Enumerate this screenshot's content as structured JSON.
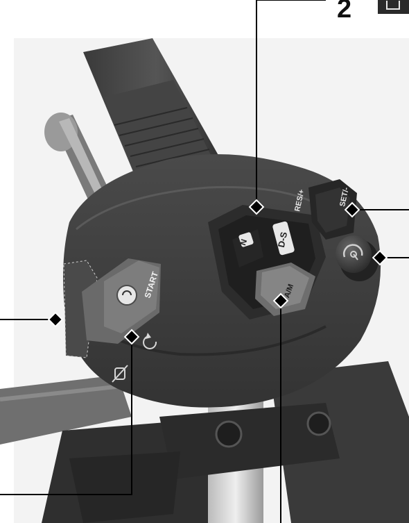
{
  "page_number": "2",
  "switch_labels": {
    "start": "START",
    "n": "N",
    "ds": "D-S",
    "am": "A/M",
    "res": "RES/+",
    "set": "SET/-"
  },
  "colors": {
    "background": "#ffffff",
    "housing": "#3f3f3f",
    "callout": "#000000",
    "tab": "#2a2a2a"
  },
  "icons": [
    "start-icon",
    "restart-arrow-icon",
    "engine-stop-icon",
    "cruise-control-icon"
  ]
}
